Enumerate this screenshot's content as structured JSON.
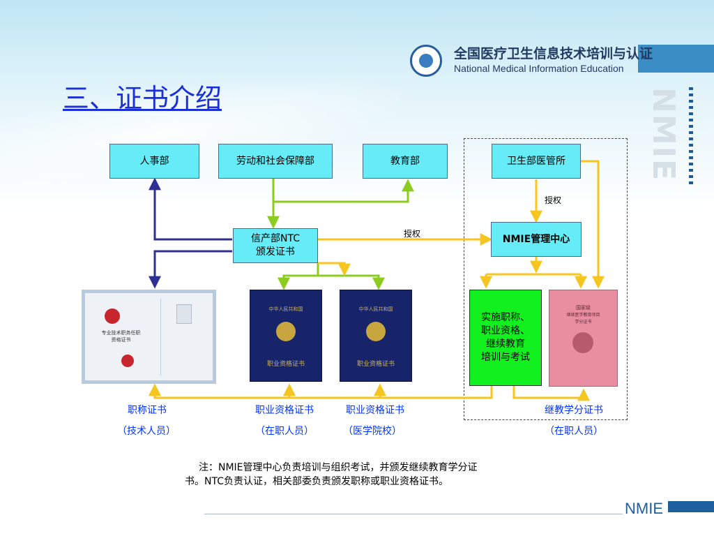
{
  "header": {
    "cn": "全国医疗卫生信息技术培训与认证",
    "en": "National Medical Information Education",
    "brand_vertical": "NMIE",
    "footer_brand": "NMIE"
  },
  "title": "三、证书介绍",
  "boxes": {
    "renshi": "人事部",
    "laodong": "劳动和社会保障部",
    "jiaoyu": "教育部",
    "weisheng": "卫生部医管所",
    "ntc_line1": "信产部NTC",
    "ntc_line2": "颁发证书",
    "nmie": "NMIE管理中心",
    "train_line1": "实施职称、",
    "train_line2": "职业资格、",
    "train_line3": "继续教育",
    "train_line4": "培训与考试"
  },
  "edge_labels": {
    "auth1": "授权",
    "auth2": "授权"
  },
  "labels": {
    "title_cert": "职称证书",
    "title_cert_sub": "（技术人员）",
    "vocational1": "职业资格证书",
    "vocational1_sub": "（在职人员）",
    "vocational2": "职业资格证书",
    "vocational2_sub": "（医学院校）",
    "continuing": "继教学分证书",
    "continuing_sub": "（在职人员）"
  },
  "certificates": {
    "white_title": "专业技术职务任职",
    "white_title2": "资格证书",
    "blue_top": "中华人民共和国",
    "blue_bottom": "职业资格证书",
    "pink_top": "国家级",
    "pink_mid": "继续医学教育项目",
    "pink_mid2": "学分证书"
  },
  "note": {
    "line1": "注：NMIE管理中心负责培训与组织考试，并颁发继续教育学分证",
    "line2": "书。NTC负责认证，相关部委负责颁发职称或职业资格证书。"
  },
  "colors": {
    "box_fill": "#66ecf6",
    "green_fill": "#12f01f",
    "arrow_blue": "#2e3192",
    "arrow_green": "#8ccc1f",
    "arrow_yellow": "#f7c520",
    "label_blue": "#0033ff",
    "title_blue": "#1b2fd6"
  }
}
